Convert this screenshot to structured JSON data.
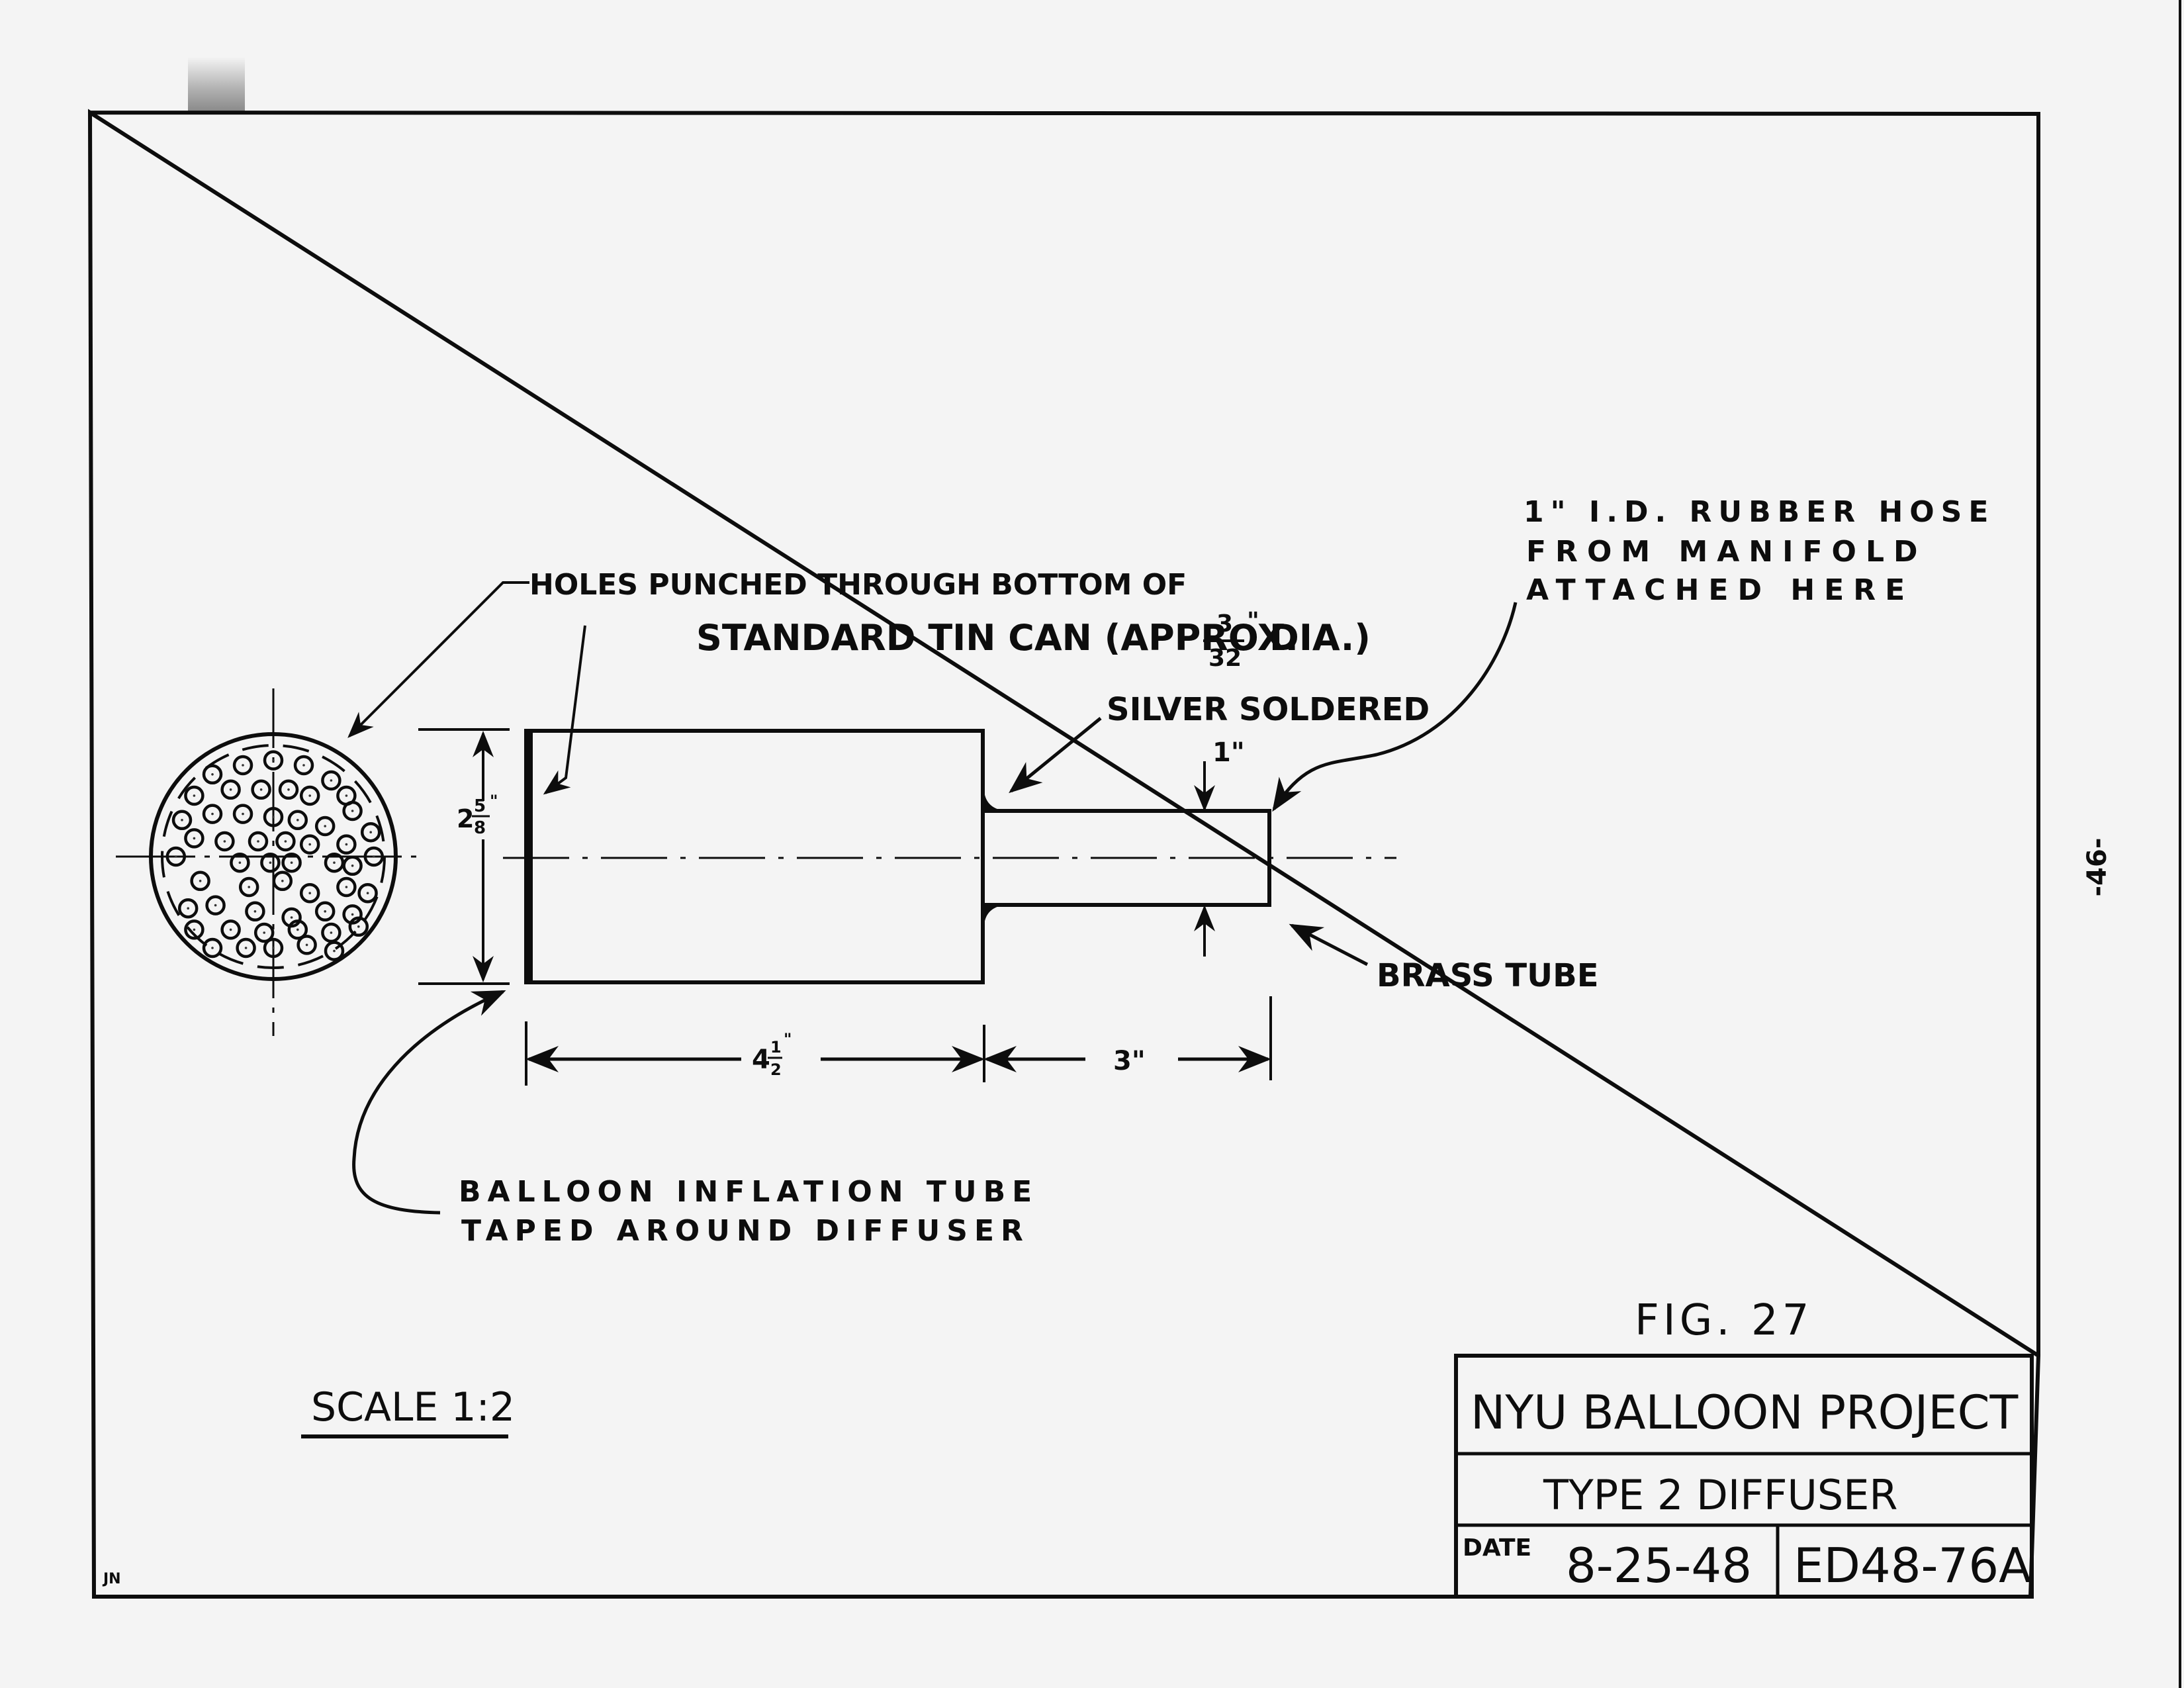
{
  "page_number": "-46-",
  "drafter_initials": "JN",
  "figure_label": "Fig. 27",
  "scale_label": "Scale 1:2",
  "title_block": {
    "project": "NYU BALLOON PROJECT",
    "drawing_title": "Type 2 Diffuser",
    "date_label": "DATE",
    "date_value": "8-25-48",
    "drawing_number": "ED48-76A"
  },
  "callouts": {
    "holes_line1": "Holes punched through bottom of",
    "holes_line2": "Standard Tin Can (Approx.",
    "holes_fraction_num": "3",
    "holes_fraction_den": "32",
    "holes_fraction_unit": "\"",
    "holes_line2_end": "Dia.)",
    "silver_soldered": "Silver Soldered",
    "hose_line1": "1\" I.D. Rubber Hose",
    "hose_line2": "From Manifold",
    "hose_line3": "Attached Here",
    "brass_tube": "Brass Tube",
    "balloon_line1": "Balloon Inflation Tube",
    "balloon_line2": "Taped Around Diffuser"
  },
  "dimensions": {
    "can_diameter_whole": "2",
    "can_diameter_num": "5",
    "can_diameter_den": "8",
    "can_length_whole": "4",
    "can_length_num": "1",
    "can_length_den": "2",
    "tube_length": "3\"",
    "tube_diameter": "1\"",
    "inch_mark": "\""
  }
}
